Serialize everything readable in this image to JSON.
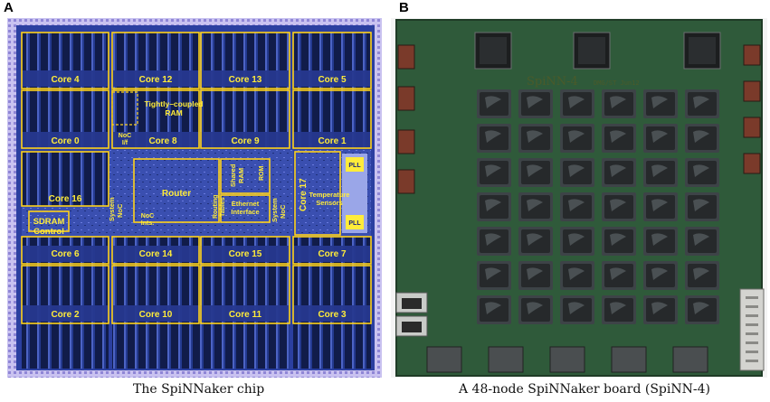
{
  "figure": {
    "panel_a": {
      "letter": "A",
      "caption": "The SpiNNaker chip",
      "labels": {
        "core4": "Core 4",
        "core12": "Core 12",
        "core13": "Core 13",
        "core5": "Core 5",
        "tcram_1": "Tightly–coupled",
        "tcram_2": "RAM",
        "noc_if_1": "NoC",
        "noc_if_2": "I/f",
        "core0": "Core 0",
        "core8": "Core 8",
        "core9": "Core 9",
        "core1": "Core 1",
        "pll_top": "PLL",
        "pll_bottom": "PLL",
        "core16": "Core 16",
        "router": "Router",
        "sysnoc_left_1": "System",
        "sysnoc_left_2": "NoC",
        "routing_1": "Routing",
        "routing_2": "Tables",
        "shared_1": "Shared",
        "shared_2": "RAM",
        "rom": "ROM",
        "eth_1": "Ethernet",
        "eth_2": "Interface",
        "sysnoc_right_1": "System",
        "sysnoc_right_2": "NoC",
        "core17": "Core 17",
        "temp_1": "Temperature",
        "temp_2": "Sensors",
        "noc_ints_1": "NoC",
        "noc_ints_2": "Ints.",
        "sdram_1": "SDRAM",
        "sdram_2": "Control",
        "core6": "Core 6",
        "core14": "Core 14",
        "core15": "Core 15",
        "core7": "Core 7",
        "core2": "Core 2",
        "core10": "Core 10",
        "core11": "Core 11",
        "core3": "Core 3"
      }
    },
    "panel_b": {
      "letter": "B",
      "caption": "A 48-node SpiNNaker board (SpiNN-4)",
      "silk_title": "SpiNN-4",
      "silk_sub": "DMG/ST Jun12"
    }
  },
  "colors": {
    "chip_bg": "#2a3c9a",
    "chip_border": "#b9b3ea",
    "label_yellow": "#ffec3a",
    "board_green": "#2f5a3a",
    "chip_dark": "#2b2e30"
  }
}
